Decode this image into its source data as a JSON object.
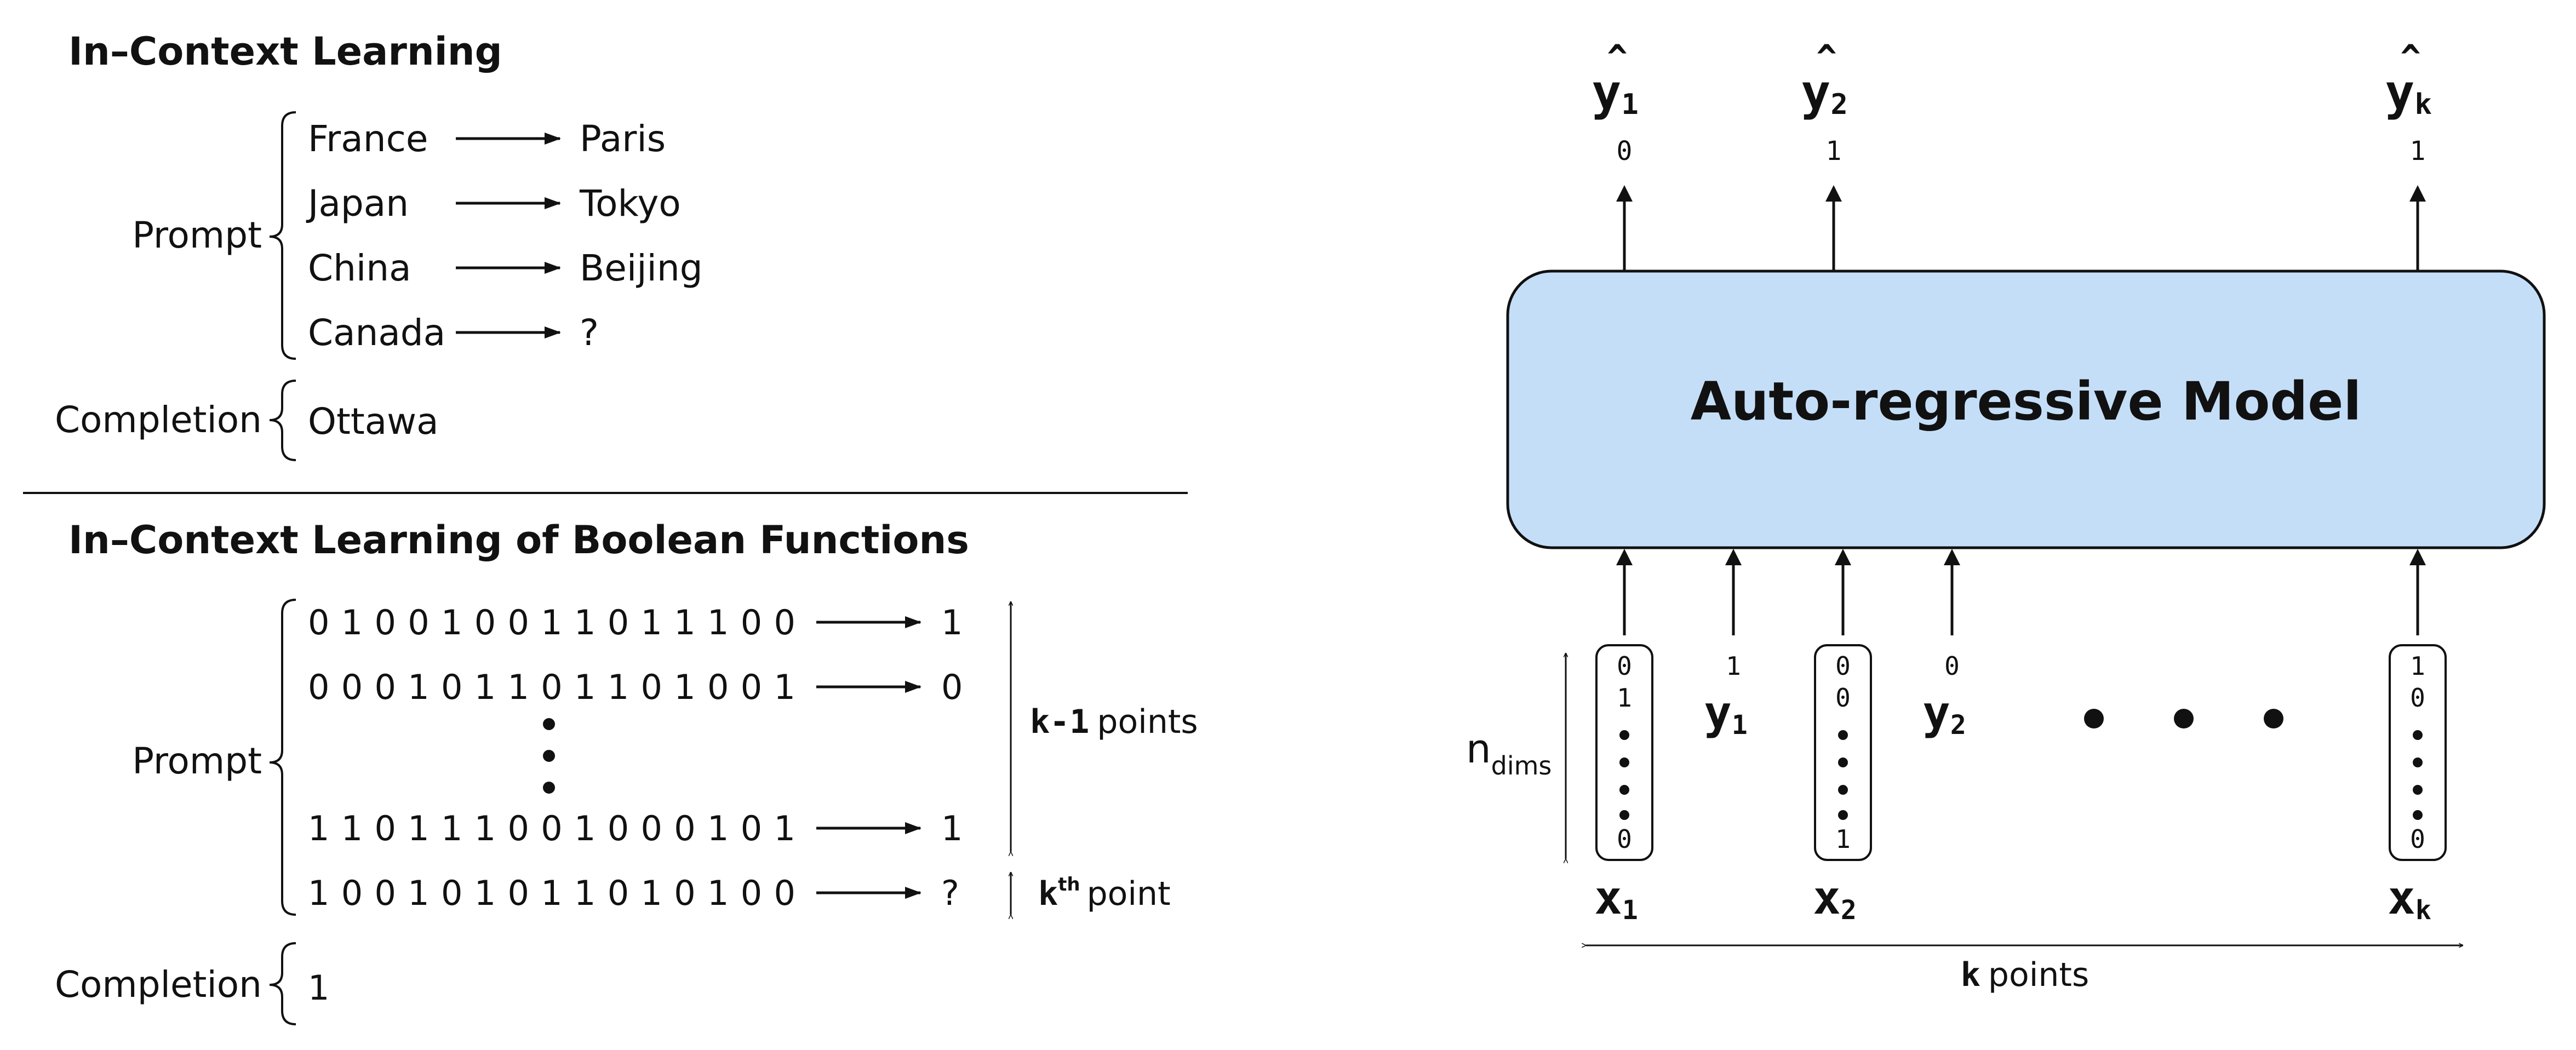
{
  "icl": {
    "title": "In–Context Learning",
    "prompt_label": "Prompt",
    "completion_label": "Completion",
    "rows": [
      {
        "input": "France",
        "output": "Paris"
      },
      {
        "input": "Japan",
        "output": "Tokyo"
      },
      {
        "input": "China",
        "output": "Beijing"
      },
      {
        "input": "Canada",
        "output": "?"
      }
    ],
    "completion": "Ottawa"
  },
  "bool": {
    "title": "In–Context Learning of Boolean Functions",
    "prompt_label": "Prompt",
    "completion_label": "Completion",
    "rows": [
      {
        "input": "0 1 0 0 1 0 0 1 1 0 1 1 1 0 0",
        "output": "1"
      },
      {
        "input": "0 0 0 1 0 1 1 0 1 1 0 1 0 0 1",
        "output": "0"
      },
      {
        "input": "1 1 0 1 1 1 0 0 1 0 0 0 1 0 1",
        "output": "1"
      },
      {
        "input": "1 0 0 1 0 1 0 1 1 0 1 0 1 0 0",
        "output": "?"
      }
    ],
    "k_minus_1_sym": "k-1",
    "k_minus_1_text": "points",
    "kth_sym": "k",
    "kth_sup": "th",
    "kth_text": "point",
    "completion": "1"
  },
  "model": {
    "box_label": "Auto-regressive Model",
    "outputs": [
      {
        "hat": "^",
        "sym": "y",
        "sub": "1",
        "value": "0"
      },
      {
        "hat": "^",
        "sym": "y",
        "sub": "2",
        "value": "1"
      },
      {
        "hat": "^",
        "sym": "y",
        "sub": "k",
        "value": "1"
      }
    ],
    "x_vectors": [
      {
        "top": [
          "0",
          "1"
        ],
        "bottom": "0",
        "sym": "x",
        "sub": "1"
      },
      {
        "top": [
          "0",
          "0"
        ],
        "bottom": "1",
        "sym": "x",
        "sub": "2"
      },
      {
        "top": [
          "1",
          "0"
        ],
        "bottom": "0",
        "sym": "x",
        "sub": "k"
      }
    ],
    "y_inputs": [
      {
        "value": "1",
        "sym": "y",
        "sub": "1"
      },
      {
        "value": "0",
        "sym": "y",
        "sub": "2"
      }
    ],
    "ndims_main": "n",
    "ndims_sub": "dims",
    "k_sym": "k",
    "k_text": "points"
  },
  "colors": {
    "box_fill": "#c5def8",
    "stroke": "#111111"
  }
}
